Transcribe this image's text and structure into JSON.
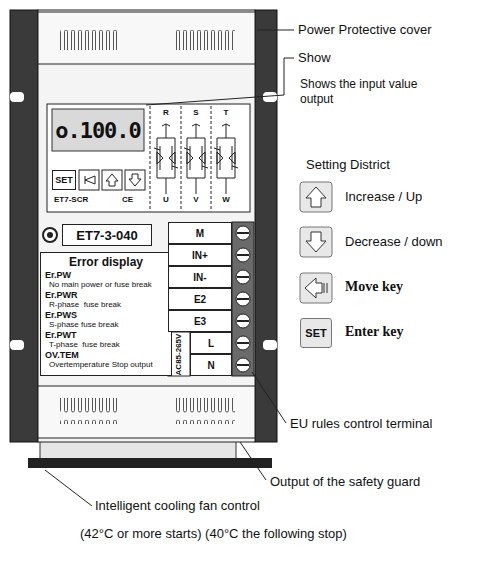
{
  "diagram": {
    "nodes": [
      {
        "text": [
          "o.100.0"
        ]
      },
      {
        "text": [
          "SET"
        ]
      },
      {
        "text": [
          "ET7-3-040"
        ]
      },
      {
        "text": [
          "Error display",
          "Er.PW",
          "No main power or fuse break",
          "Er.PWR",
          "R-phase  fuse break",
          "Er.PWS",
          "S-phase fuse break",
          "Er.PWT",
          "T-phase  fuse break",
          "OV.TEM",
          "Overtemperature Stop output"
        ]
      },
      {
        "text": [
          "M"
        ]
      },
      {
        "text": [
          "IN+"
        ]
      },
      {
        "text": [
          "IN-"
        ]
      },
      {
        "text": [
          "E2"
        ]
      },
      {
        "text": [
          "E3"
        ]
      },
      {
        "text": [
          "L"
        ]
      },
      {
        "text": [
          "N"
        ]
      },
      {
        "text": [
          "SET"
        ]
      }
    ],
    "labels": [
      "Power  Protective cover",
      "Show",
      "Shows the input value output",
      "Setting District",
      "Increase / Up",
      "Decrease / down",
      "Move key",
      "Enter key",
      "EU rules control terminal",
      "Output of the safety guard",
      "Intelligent cooling fan control",
      "(42°C or more starts) (40°C the following stop)",
      "ET7-SCR",
      "CE",
      "R",
      "S",
      "T",
      "U",
      "V",
      "W",
      "AC85-265V"
    ]
  }
}
